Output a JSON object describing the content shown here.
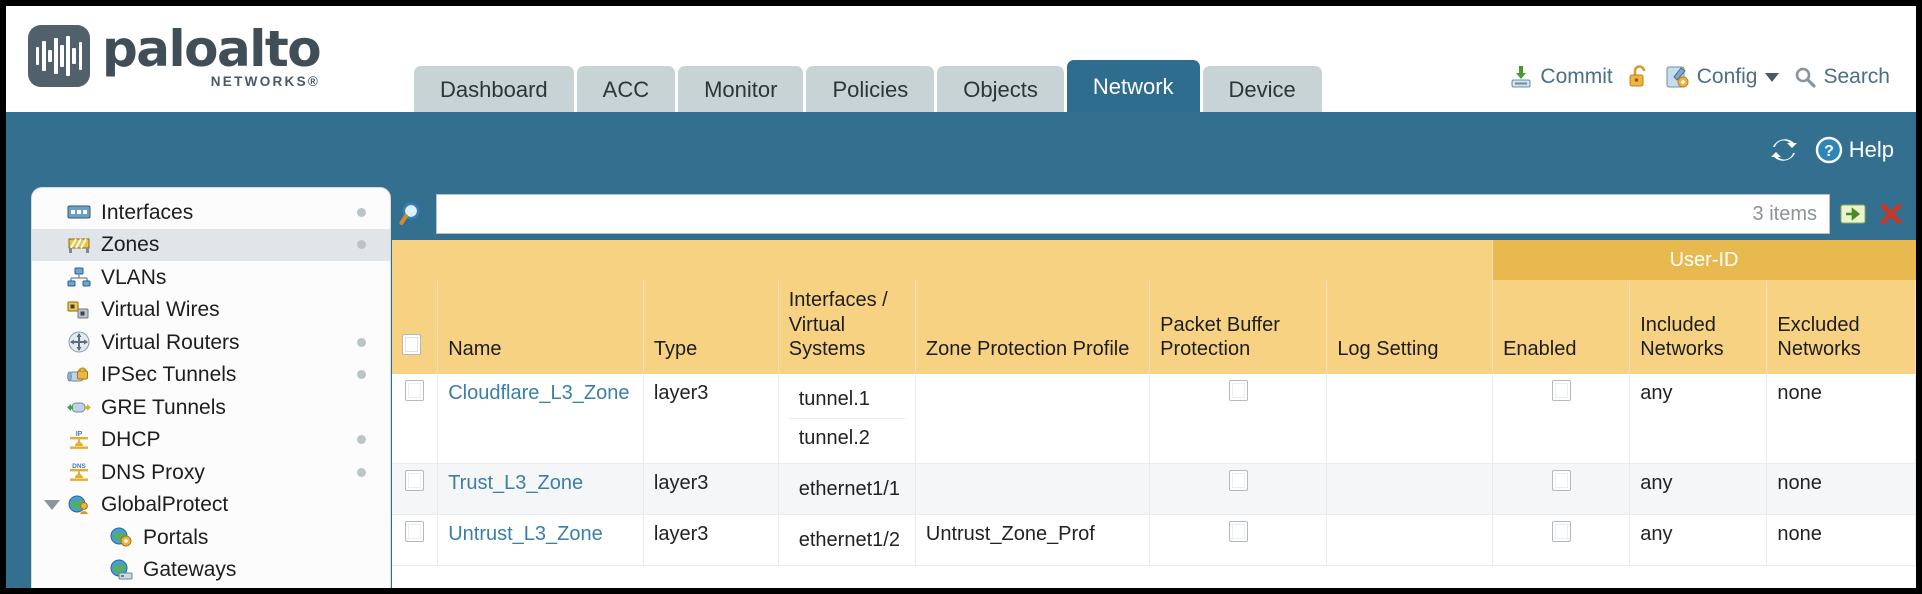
{
  "brand": {
    "name": "paloalto",
    "sub": "NETWORKS®",
    "logo_icon": "soundwave-logo-icon"
  },
  "tabs": [
    {
      "label": "Dashboard",
      "active": false
    },
    {
      "label": "ACC",
      "active": false
    },
    {
      "label": "Monitor",
      "active": false
    },
    {
      "label": "Policies",
      "active": false
    },
    {
      "label": "Objects",
      "active": false
    },
    {
      "label": "Network",
      "active": true
    },
    {
      "label": "Device",
      "active": false
    }
  ],
  "header_actions": {
    "commit": "Commit",
    "lock_icon": "unlocked-padlock-icon",
    "config": "Config",
    "search": "Search"
  },
  "bluebar": {
    "refresh_icon": "refresh-icon",
    "help": "Help"
  },
  "sidebar": {
    "items": [
      {
        "label": "Interfaces",
        "icon": "interfaces-icon",
        "selected": false,
        "dot": true,
        "child": false,
        "expander": false
      },
      {
        "label": "Zones",
        "icon": "zones-icon",
        "selected": true,
        "dot": true,
        "child": false,
        "expander": false
      },
      {
        "label": "VLANs",
        "icon": "vlans-icon",
        "selected": false,
        "dot": false,
        "child": false,
        "expander": false
      },
      {
        "label": "Virtual Wires",
        "icon": "virtual-wires-icon",
        "selected": false,
        "dot": false,
        "child": false,
        "expander": false
      },
      {
        "label": "Virtual Routers",
        "icon": "virtual-routers-icon",
        "selected": false,
        "dot": true,
        "child": false,
        "expander": false
      },
      {
        "label": "IPSec Tunnels",
        "icon": "ipsec-tunnels-icon",
        "selected": false,
        "dot": true,
        "child": false,
        "expander": false
      },
      {
        "label": "GRE Tunnels",
        "icon": "gre-tunnels-icon",
        "selected": false,
        "dot": false,
        "child": false,
        "expander": false
      },
      {
        "label": "DHCP",
        "icon": "dhcp-icon",
        "selected": false,
        "dot": true,
        "child": false,
        "expander": false
      },
      {
        "label": "DNS Proxy",
        "icon": "dns-proxy-icon",
        "selected": false,
        "dot": true,
        "child": false,
        "expander": false
      },
      {
        "label": "GlobalProtect",
        "icon": "globalprotect-icon",
        "selected": false,
        "dot": false,
        "child": false,
        "expander": true
      },
      {
        "label": "Portals",
        "icon": "portals-icon",
        "selected": false,
        "dot": false,
        "child": true,
        "expander": false
      },
      {
        "label": "Gateways",
        "icon": "gateways-icon",
        "selected": false,
        "dot": false,
        "child": true,
        "expander": false
      }
    ]
  },
  "search": {
    "value": "",
    "placeholder": "",
    "items_count": "3 items",
    "apply_icon": "green-arrow-icon",
    "clear_icon": "red-x-icon"
  },
  "table": {
    "group_header": "User-ID",
    "columns": [
      "Name",
      "Type",
      "Interfaces / Virtual Systems",
      "Zone Protection Profile",
      "Packet Buffer Protection",
      "Log Setting",
      "Enabled",
      "Included Networks",
      "Excluded Networks"
    ],
    "rows": [
      {
        "selected": false,
        "name": "Cloudflare_L3_Zone",
        "type": "layer3",
        "interfaces": [
          "tunnel.1",
          "tunnel.2"
        ],
        "zone_protection_profile": "",
        "packet_buffer_protection": false,
        "log_setting": "",
        "userid_enabled": false,
        "included_networks": "any",
        "excluded_networks": "none"
      },
      {
        "selected": false,
        "name": "Trust_L3_Zone",
        "type": "layer3",
        "interfaces": [
          "ethernet1/1"
        ],
        "zone_protection_profile": "",
        "packet_buffer_protection": false,
        "log_setting": "",
        "userid_enabled": false,
        "included_networks": "any",
        "excluded_networks": "none"
      },
      {
        "selected": false,
        "name": "Untrust_L3_Zone",
        "type": "layer3",
        "interfaces": [
          "ethernet1/2"
        ],
        "zone_protection_profile": "Untrust_Zone_Prof",
        "packet_buffer_protection": false,
        "log_setting": "",
        "userid_enabled": false,
        "included_networks": "any",
        "excluded_networks": "none"
      }
    ]
  },
  "colors": {
    "brand_blue": "#33708f",
    "active_tab": "#2f6d8e",
    "table_header": "#f7d283",
    "group_header": "#e7b94e",
    "link": "#3a7fa8"
  }
}
